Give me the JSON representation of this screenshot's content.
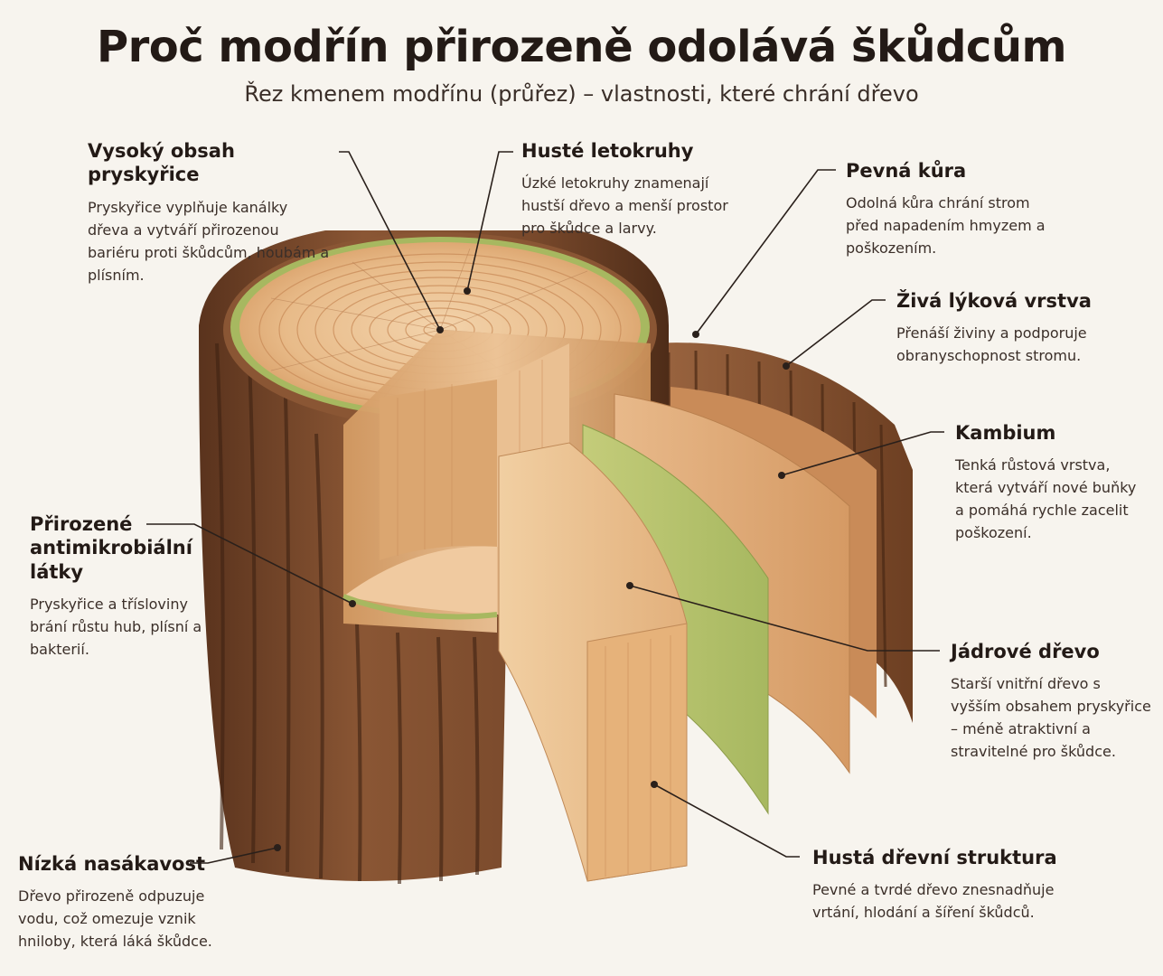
{
  "title": "Proč modřín přirozeně odolává škůdcům",
  "subtitle": "Řez kmenem modřínu (průřez) – vlastnosti, které chrání dřevo",
  "callouts": [
    {
      "heading": "Vysoký obsah pryskyřice",
      "text": "Pryskyřice vyplňuje kanálky dřeva a vytváří přirozenou bariéru proti škůdcům, houbám a plísním."
    },
    {
      "heading": "Husté letokruhy",
      "text": "Úzké letokruhy znamenají hustší dřevo a menší prostor pro škůdce a larvy."
    },
    {
      "heading": "Pevná kůra",
      "text": "Odolná kůra chrání strom před napadením hmyzem a poškozením."
    },
    {
      "heading": "Živá lýková vrstva",
      "text": "Přenáší živiny a podporuje obranyschopnost stromu."
    },
    {
      "heading": "Kambium",
      "text": "Tenká růstová vrstva, která vytváří nové buňky a pomáhá rychle zacelit poškození."
    },
    {
      "heading": "Přirozené antimikrobiální látky",
      "text": "Pryskyřice a třísloviny brání růstu hub, plísní a bakterií."
    },
    {
      "heading": "Jádrové dřevo",
      "text": "Starší vnitřní dřevo s vyšším obsahem pryskyřice – méně atraktivní a stravitelné pro škůdce."
    },
    {
      "heading": "Nízká nasákavost",
      "text": "Dřevo přirozeně odpuzuje vodu, což omezuje vznik hniloby, která láká škůdce."
    },
    {
      "heading": "Hustá dřevní struktura",
      "text": "Pevné a tvrdé dřevo znesnadňuje vrtání, hlodání a šíření škůdců."
    }
  ],
  "colors": {
    "bark": "#7a4a2c",
    "bark_dark": "#4e2c18",
    "sapwood": "#e9bd8e",
    "heartwood": "#dca572",
    "cambium_green": "#a7b860",
    "phloem": "#c98b58",
    "background": "#f7f4ee"
  }
}
